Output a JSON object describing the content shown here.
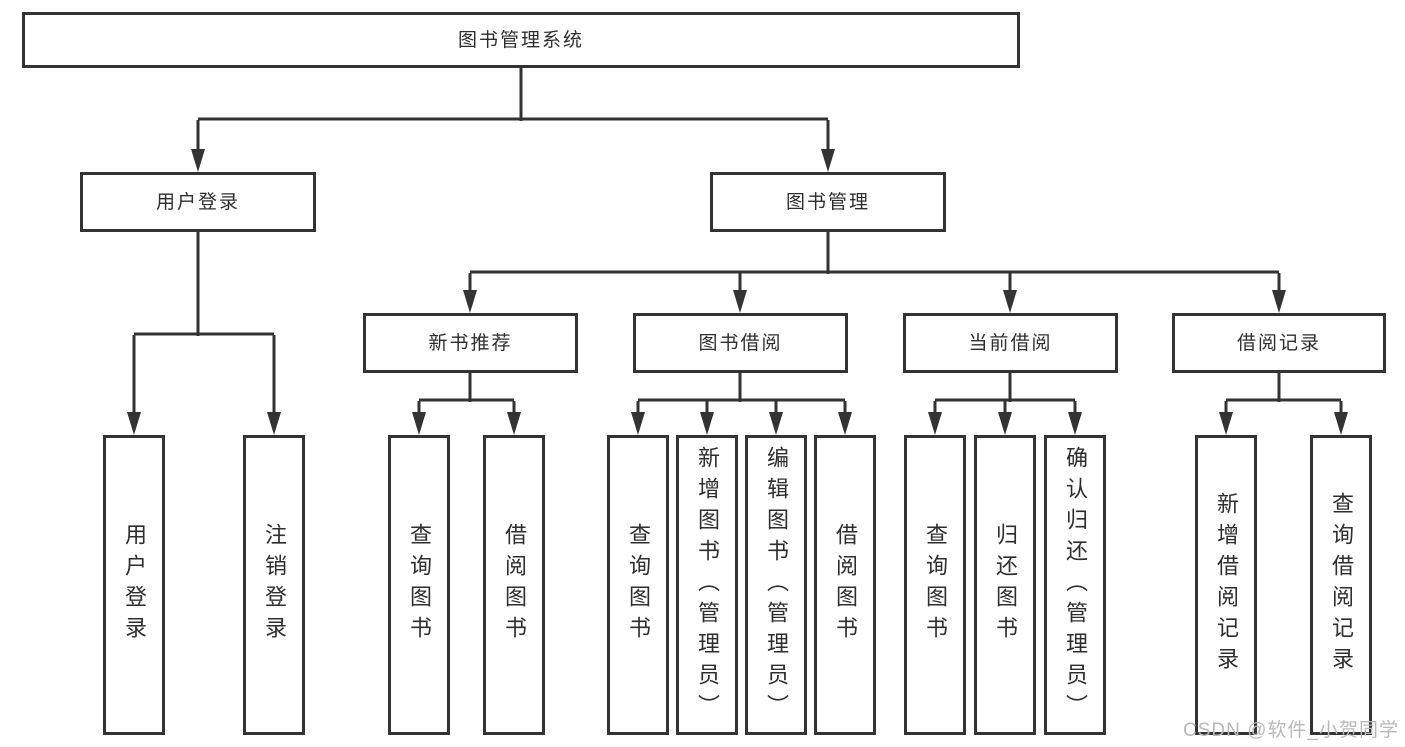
{
  "tree": {
    "label": "图书管理系统",
    "children": [
      {
        "label": "用户登录",
        "children": [
          {
            "label": "用户登录"
          },
          {
            "label": "注销登录"
          }
        ]
      },
      {
        "label": "图书管理",
        "children": [
          {
            "label": "新书推荐",
            "children": [
              {
                "label": "查询图书"
              },
              {
                "label": "借阅图书"
              }
            ]
          },
          {
            "label": "图书借阅",
            "children": [
              {
                "label": "查询图书"
              },
              {
                "label": "新增图书（管理员）"
              },
              {
                "label": "编辑图书（管理员）"
              },
              {
                "label": "借阅图书"
              }
            ]
          },
          {
            "label": "当前借阅",
            "children": [
              {
                "label": "查询图书"
              },
              {
                "label": "归还图书"
              },
              {
                "label": "确认归还（管理员）"
              }
            ]
          },
          {
            "label": "借阅记录",
            "children": [
              {
                "label": "新增借阅记录"
              },
              {
                "label": "查询借阅记录"
              }
            ]
          }
        ]
      }
    ]
  },
  "watermark": {
    "text": "CSDN @软件_小贺同学"
  },
  "colors": {
    "line": "#333333",
    "text": "#2e2e2e",
    "box_bg": "#ffffff",
    "page_bg": "#ffffff",
    "watermark": "#b9b9b9"
  }
}
